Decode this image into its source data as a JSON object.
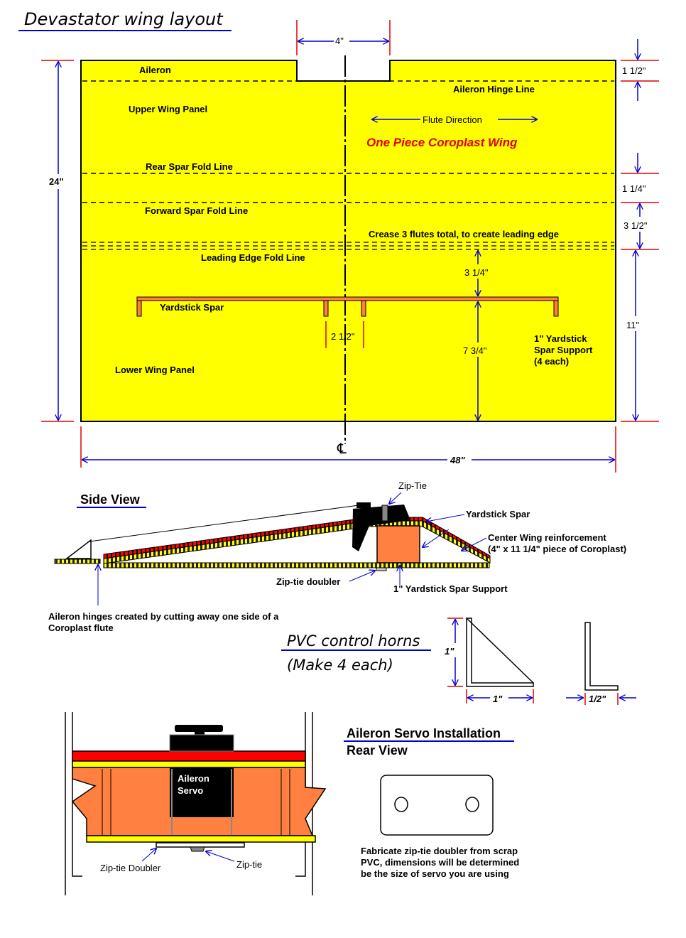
{
  "title": "Devastator wing layout",
  "colors": {
    "panel": "#ffff00",
    "dim_line": "#0000cc",
    "dim_tick": "#e00000",
    "spar_red": "#ff0000",
    "foam_orange": "#ff8040",
    "servo_black": "#000000"
  },
  "layout": {
    "aileron": "Aileron",
    "aileron_hinge_line": "Aileron Hinge Line",
    "upper_wing_panel": "Upper Wing Panel",
    "flute_direction": "Flute Direction",
    "one_piece": "One Piece Coroplast Wing",
    "rear_spar_fold": "Rear Spar Fold Line",
    "forward_spar_fold": "Forward Spar Fold Line",
    "crease_note": "Crease 3 flutes total, to create leading edge",
    "leading_edge_fold": "Leading Edge Fold Line",
    "yardstick_spar": "Yardstick Spar",
    "lower_wing_panel": "Lower Wing Panel",
    "spar_support_1": "1\" Yardstick",
    "spar_support_2": "Spar Support",
    "spar_support_3": "(4 each)",
    "centerline": "℄"
  },
  "dimensions": {
    "cutout_width": "4\"",
    "aileron_width": "1 1/2\"",
    "total_height": "24\"",
    "rear_to_forward": "1 1/4\"",
    "forward_to_le": "3 1/2\"",
    "lower_panel": "11\"",
    "le_to_spar": "3 1/4\"",
    "spar_to_edge": "7 3/4\"",
    "center_support_gap": "2 1/2\"",
    "total_width": "48\""
  },
  "side_view": {
    "title": "Side View",
    "zip_tie": "Zip-Tie",
    "yardstick_spar": "Yardstick Spar",
    "center_reinforcement": "Center Wing reinforcement",
    "center_reinforcement_size": "(4\" x 11 1/4\" piece of Coroplast)",
    "zip_tie_doubler": "Zip-tie doubler",
    "spar_support": "1\" Yardstick Spar Support",
    "hinge_note_1": "Aileron hinges created by cutting away one side of a",
    "hinge_note_2": "Coroplast flute"
  },
  "control_horns": {
    "title_1": "PVC control horns",
    "title_2": "(Make 4 each)",
    "height": "1\"",
    "base": "1\"",
    "thickness": "1/2\""
  },
  "servo_install": {
    "title": "Aileron Servo Installation",
    "subtitle": "Rear View",
    "servo_label_1": "Aileron",
    "servo_label_2": "Servo",
    "doubler": "Zip-tie Doubler",
    "zip_tie": "Zip-tie",
    "note_1": "Fabricate zip-tie doubler from scrap",
    "note_2": "PVC, dimensions will be determined",
    "note_3": "be the size of servo you are using"
  }
}
